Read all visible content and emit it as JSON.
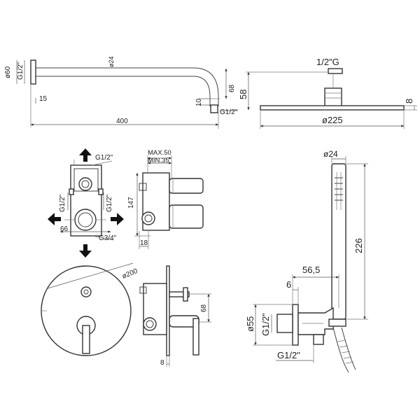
{
  "shower_arm": {
    "thread_label": "G1/2\"",
    "flange_dia": "ø60",
    "pipe_dia": "ø24",
    "height": "68",
    "offset_15": "15",
    "offset_10": "10",
    "outlet_thread": "G1/2\"",
    "length": "400"
  },
  "shower_head": {
    "thread_label": "1/2\"G",
    "height": "58",
    "thickness": "8",
    "diameter": "ø225"
  },
  "mixer_body": {
    "top_outlet": "G1/2\"",
    "left_outlet": "G1/2\"",
    "right_outlet": "G1/2\"",
    "width": "66",
    "inlet": "G3/4\"",
    "depth_max": "MAX.50",
    "depth_min": "MIN.35",
    "height": "147",
    "bottom_offset": "18"
  },
  "mixer_plate": {
    "diameter": "ø200",
    "height": "68",
    "depth": "8"
  },
  "hand_shower": {
    "diameter": "ø24",
    "length": "226",
    "reach": "56,5",
    "offset": "6",
    "bracket_dia": "ø55",
    "bracket_thread": "G1/2\"",
    "hose_thread": "G1/2\""
  }
}
